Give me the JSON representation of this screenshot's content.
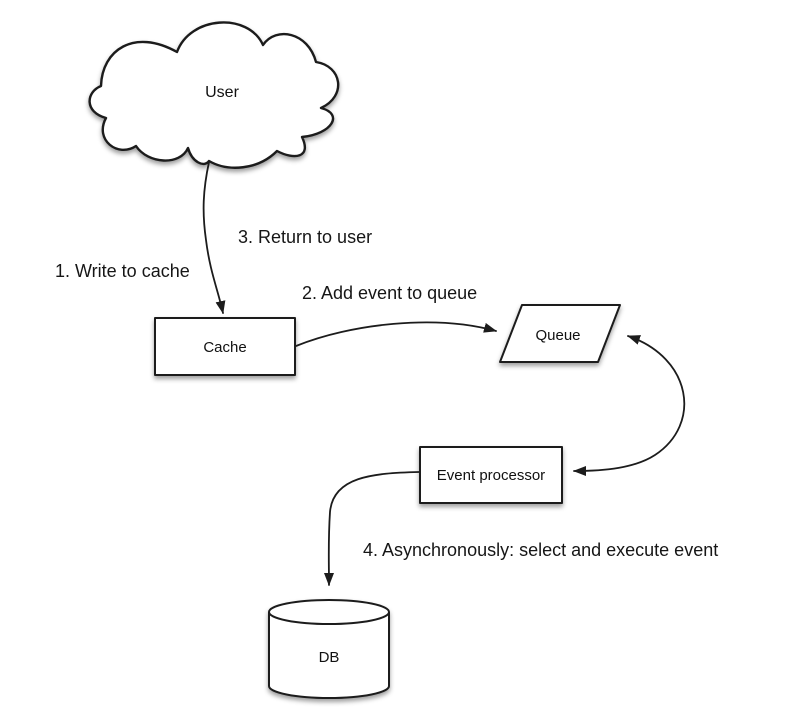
{
  "diagram": {
    "colors": {
      "background": "#ffffff",
      "shape_fill": "#ffffff",
      "stroke": "#1c1c1c",
      "text": "#111111"
    },
    "nodes": {
      "user": {
        "label": "User",
        "shape": "cloud"
      },
      "cache": {
        "label": "Cache",
        "shape": "rectangle"
      },
      "queue": {
        "label": "Queue",
        "shape": "parallelogram"
      },
      "event_processor": {
        "label": "Event processor",
        "shape": "rectangle"
      },
      "db": {
        "label": "DB",
        "shape": "cylinder"
      }
    },
    "steps": {
      "step1": "1. Write to cache",
      "step2": "2. Add event to queue",
      "step3": "3. Return to user",
      "step4": "4. Asynchronously: select and execute event"
    },
    "edges": [
      {
        "from": "user",
        "to": "cache",
        "direction": "one-way",
        "labels": [
          "1. Write to cache",
          "3. Return to user"
        ]
      },
      {
        "from": "cache",
        "to": "queue",
        "direction": "one-way",
        "labels": [
          "2. Add event to queue"
        ]
      },
      {
        "from": "queue",
        "to": "event_processor",
        "direction": "two-way",
        "labels": []
      },
      {
        "from": "event_processor",
        "to": "db",
        "direction": "one-way",
        "labels": [
          "4. Asynchronously: select and execute event"
        ]
      }
    ]
  }
}
